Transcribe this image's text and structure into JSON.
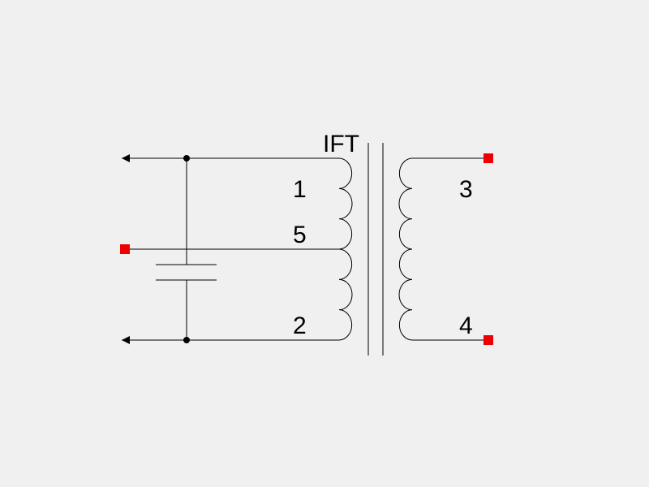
{
  "component_label": "IFT",
  "pins": {
    "pin1": "1",
    "pin5": "5",
    "pin2": "2",
    "pin3": "3",
    "pin4": "4"
  },
  "colors": {
    "background": "#f0f0f0",
    "wire": "#000000",
    "terminal": "#ee0000"
  }
}
